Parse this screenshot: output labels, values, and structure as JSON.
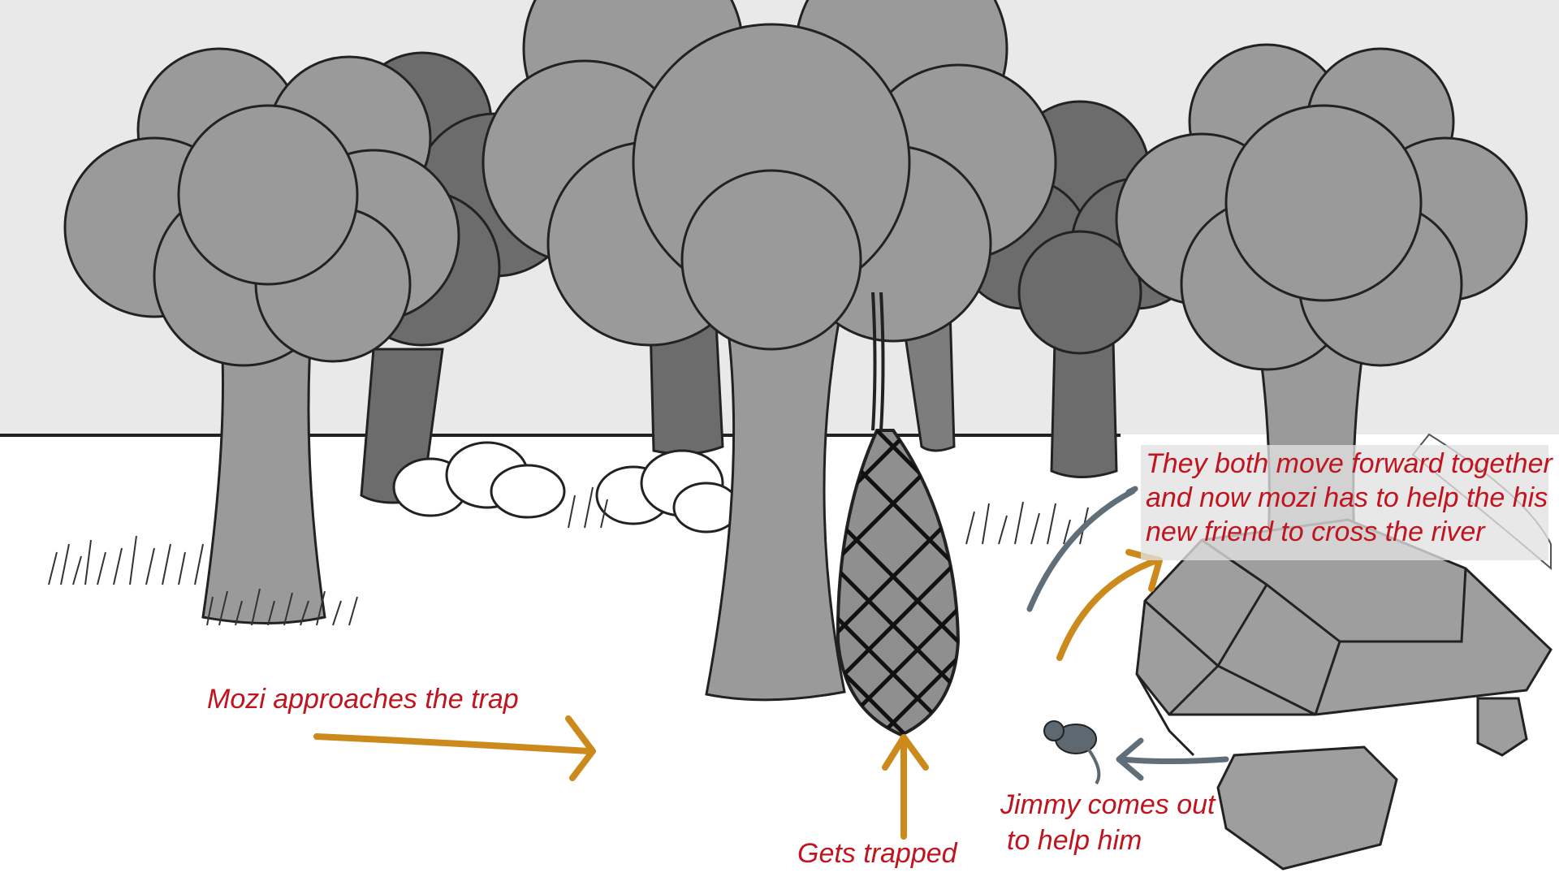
{
  "captions": {
    "approach": "Mozi approaches the trap",
    "trapped": "Gets trapped",
    "jimmy_line1": "Jimmy comes out",
    "jimmy_line2": "to help him",
    "together_line1": "They both move forward together",
    "together_line2": "and now mozi has to help the his",
    "together_line3": "new friend to cross the river"
  },
  "colors": {
    "caption_text": "#c0141e",
    "arrow_orange": "#cc8a1c",
    "arrow_slate": "#5f6e78",
    "sky": "#e9e9e9",
    "ground": "#ffffff",
    "tree_front": "#9a9a9a",
    "tree_mid": "#7d7d7d",
    "tree_back": "#6c6c6c",
    "outline": "#222222",
    "turtle": "#9e9e9e",
    "mouse": "#5d6870"
  },
  "icons": [
    "net-trap",
    "turtle-sketch",
    "mouse-sketch",
    "arrow"
  ]
}
